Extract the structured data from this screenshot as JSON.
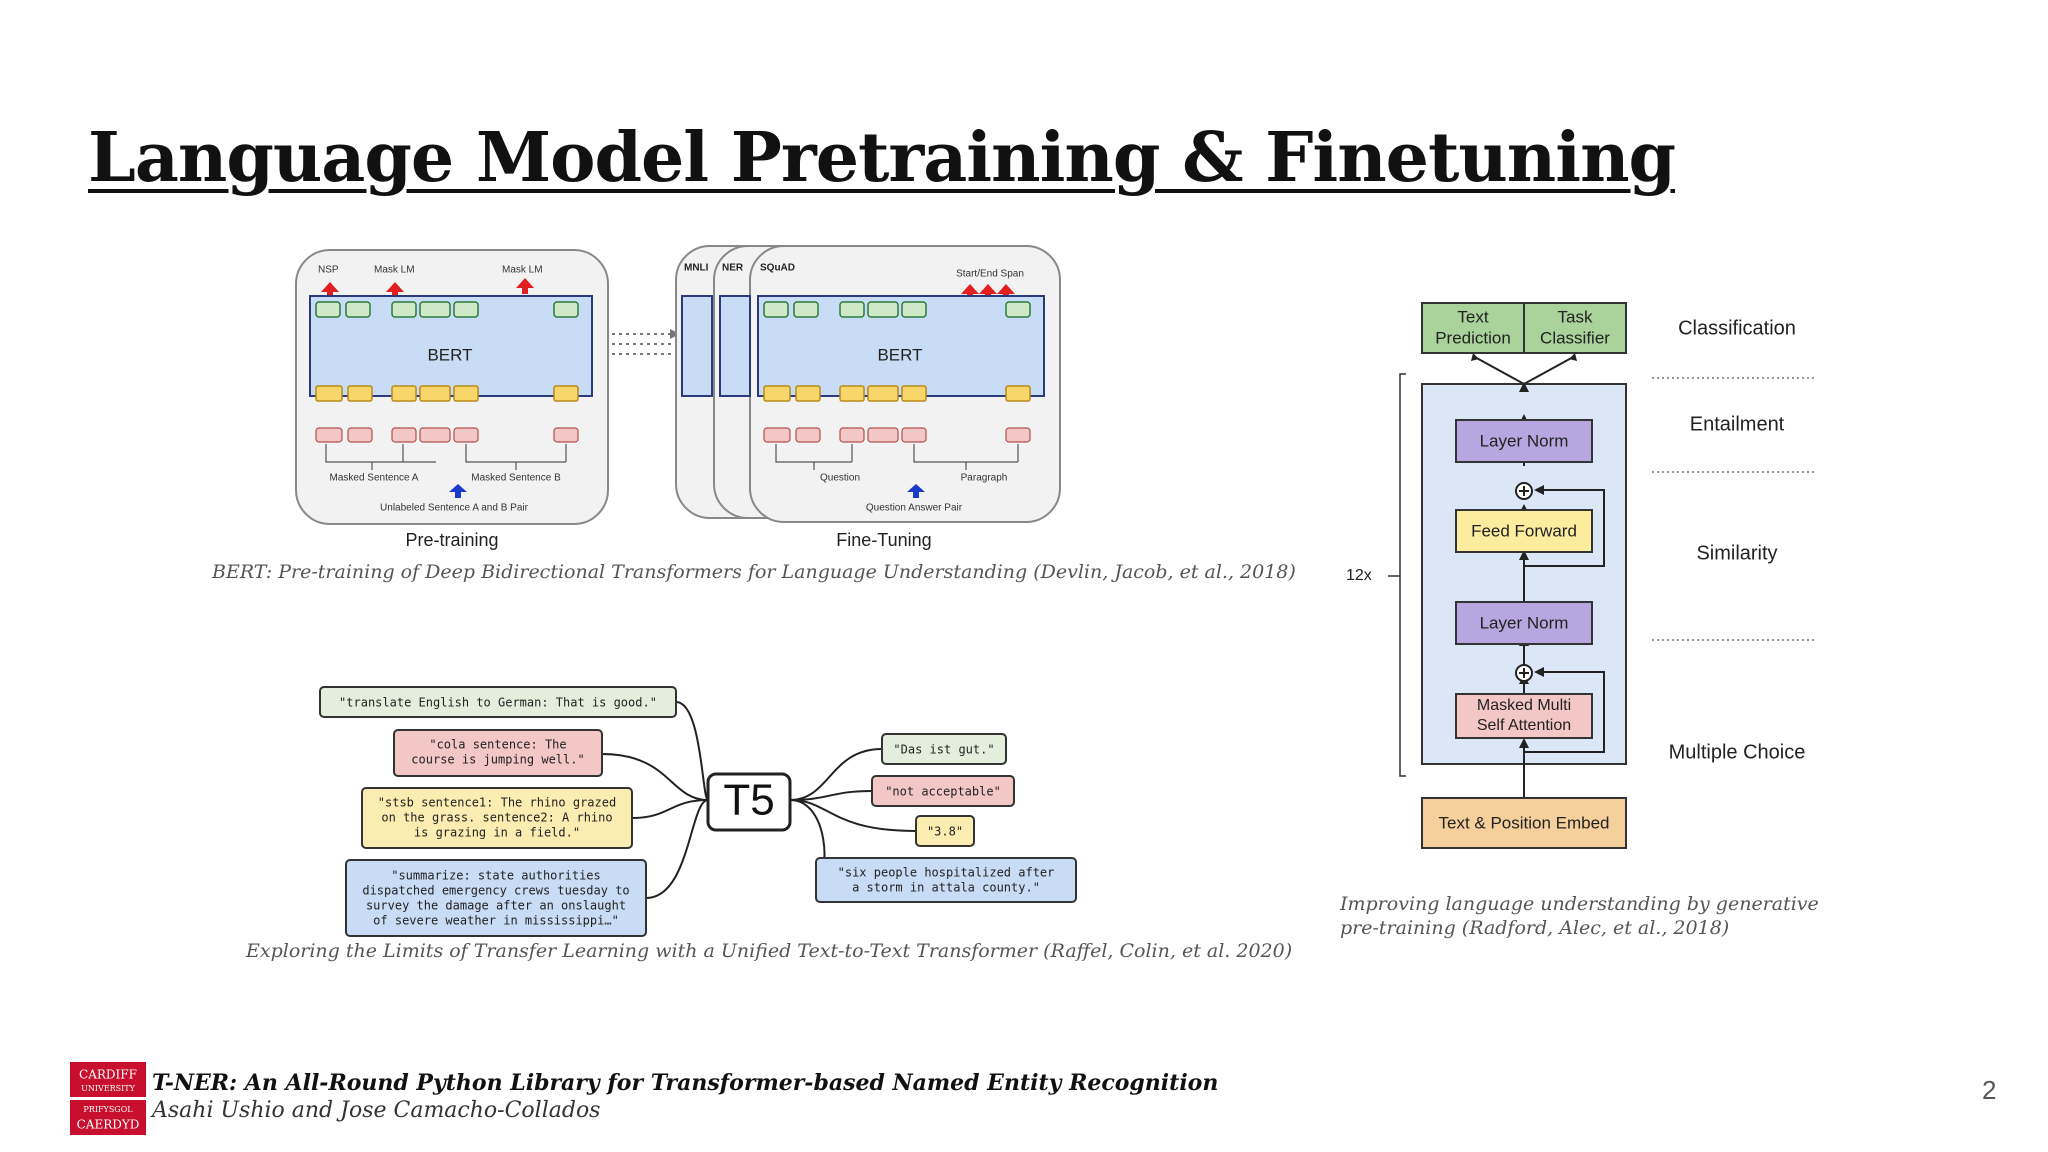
{
  "slide": {
    "title": "Language Model Pretraining & Finetuning",
    "page_number": "2"
  },
  "bert_figure": {
    "nsp": "NSP",
    "mask_lm_1": "Mask LM",
    "mask_lm_2": "Mask LM",
    "model": "BERT",
    "model_2": "BERT",
    "masked_sentence_a": "Masked Sentence A",
    "masked_sentence_b": "Masked Sentence B",
    "unlabeled_pair": "Unlabeled Sentence A and B Pair",
    "tasks": [
      "MNLI",
      "NER",
      "SQuAD"
    ],
    "start_end_span": "Start/End Span",
    "question": "Question",
    "paragraph": "Paragraph",
    "qa_pair": "Question Answer Pair",
    "pretraining_label": "Pre-training",
    "finetuning_label": "Fine-Tuning",
    "caption": "BERT: Pre-training of Deep Bidirectional Transformers for Language Understanding (Devlin, Jacob, et al., 2018)"
  },
  "t5_figure": {
    "center": "T5",
    "inputs": [
      "\"translate English to German: That is good.\"",
      "\"cola sentence: The",
      "course is jumping well.\"",
      "\"stsb sentence1: The rhino grazed",
      "on the grass. sentence2: A rhino",
      "is grazing in a field.\"",
      "\"summarize: state authorities",
      "dispatched emergency crews tuesday to",
      "survey the damage after an onslaught",
      "of severe weather in mississippi…\""
    ],
    "outputs": [
      "\"Das ist gut.\"",
      "\"not acceptable\"",
      "\"3.8\"",
      "\"six people hospitalized after",
      "a storm in attala county.\""
    ],
    "caption": "Exploring the Limits of Transfer Learning with a Unified Text-to-Text Transformer (Raffel, Colin, et al. 2020)"
  },
  "gpt_figure": {
    "text_prediction": [
      "Text",
      "Prediction"
    ],
    "task_classifier": [
      "Task",
      "Classifier"
    ],
    "layer_norm_top": "Layer Norm",
    "feed_forward": "Feed Forward",
    "layer_norm_bottom": "Layer Norm",
    "masked_attention": [
      "Masked Multi",
      "Self Attention"
    ],
    "embed": "Text & Position Embed",
    "repeat": "12x",
    "tasks": [
      "Classification",
      "Entailment",
      "Similarity",
      "Multiple Choice"
    ],
    "caption_line1": "Improving language understanding by generative",
    "caption_line2": "pre-training (Radford, Alec, et al., 2018)"
  },
  "footer": {
    "paper_title": "T-NER: An All-Round Python Library for Transformer-based Named Entity Recognition",
    "authors": "Asahi Ushio and Jose Camacho-Collados",
    "logo_lines": [
      "CARDIFF",
      "UNIVERSITY",
      "PRIFYSGOL",
      "CAERDYD"
    ]
  },
  "colors": {
    "bert_blue": "#c9dcf5",
    "token_green": "#cfe8c8",
    "embed_yellow": "#f8d66a",
    "input_pink": "#f4c7c7",
    "arrow_red": "#e02020",
    "gpt_purple": "#b7a6df",
    "gpt_yellow": "#fbec9e",
    "gpt_orange": "#f5cf9c",
    "gpt_green": "#a9d39a",
    "cardiff_red": "#c8102e"
  }
}
